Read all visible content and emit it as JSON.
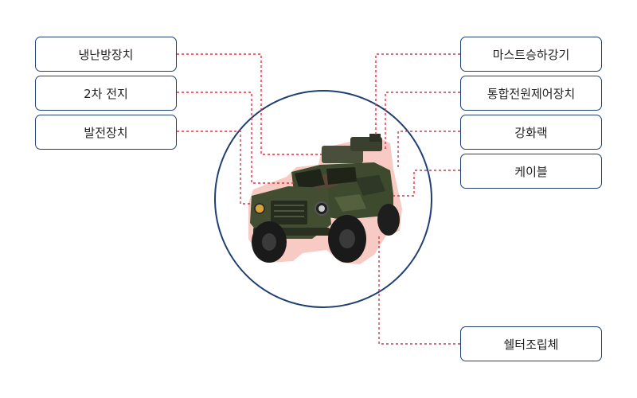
{
  "diagram": {
    "colors": {
      "box_border": "#1f3f73",
      "circle": "#1f3f73",
      "leader_line": "#d9354a",
      "vehicle_body": "#3d4a2e",
      "vehicle_glow": "#f3b0a8"
    },
    "left_labels": [
      {
        "id": "cooling-heating-device",
        "text": "냉난방장치"
      },
      {
        "id": "secondary-battery",
        "text": "2차 전지"
      },
      {
        "id": "generator",
        "text": "발전장치"
      }
    ],
    "right_labels": [
      {
        "id": "mast-lift",
        "text": "마스트승하강기"
      },
      {
        "id": "integrated-power-control",
        "text": "통합전원제어장치"
      },
      {
        "id": "reinforced-rack",
        "text": "강화랙"
      },
      {
        "id": "cable",
        "text": "케이블"
      },
      {
        "id": "shelter-assembly",
        "text": "쉘터조립체"
      }
    ]
  }
}
